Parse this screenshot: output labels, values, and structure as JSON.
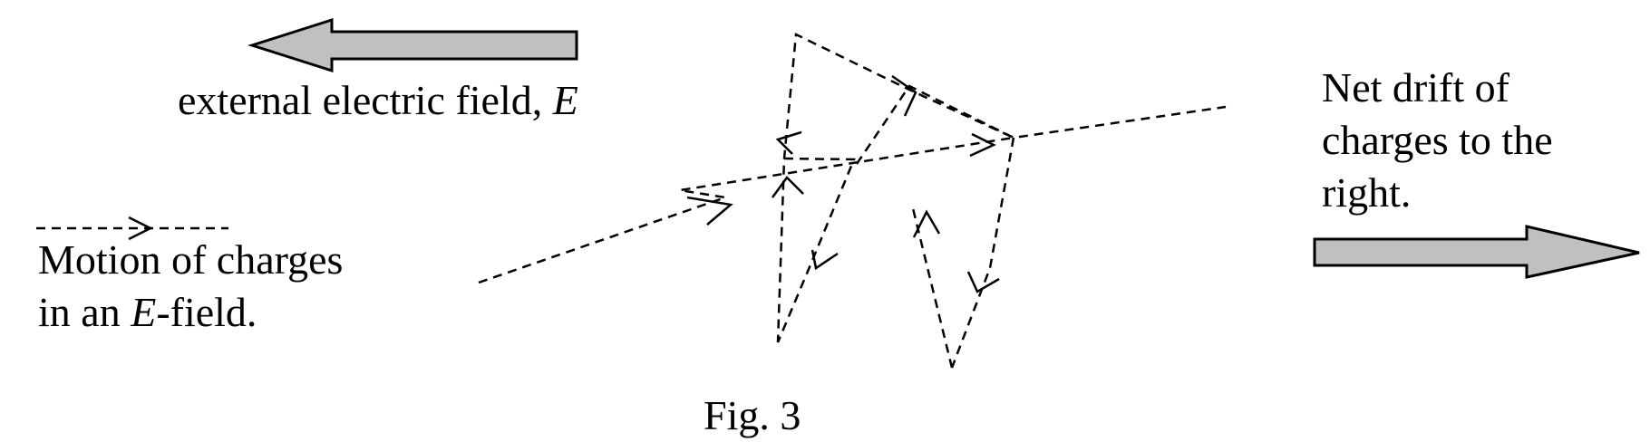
{
  "field_label": {
    "text": "external electric field, ",
    "symbol": "E"
  },
  "legend": {
    "line1": "Motion of charges",
    "line2_pre": "in an ",
    "line2_symbol": "E",
    "line2_post": "-field."
  },
  "drift_label": {
    "line1": "Net drift of",
    "line2": "charges to the",
    "line3": "right."
  },
  "caption": "Fig. 3",
  "colors": {
    "arrow_fill": "#c0c0c0",
    "stroke": "#000000",
    "background": "#ffffff"
  }
}
